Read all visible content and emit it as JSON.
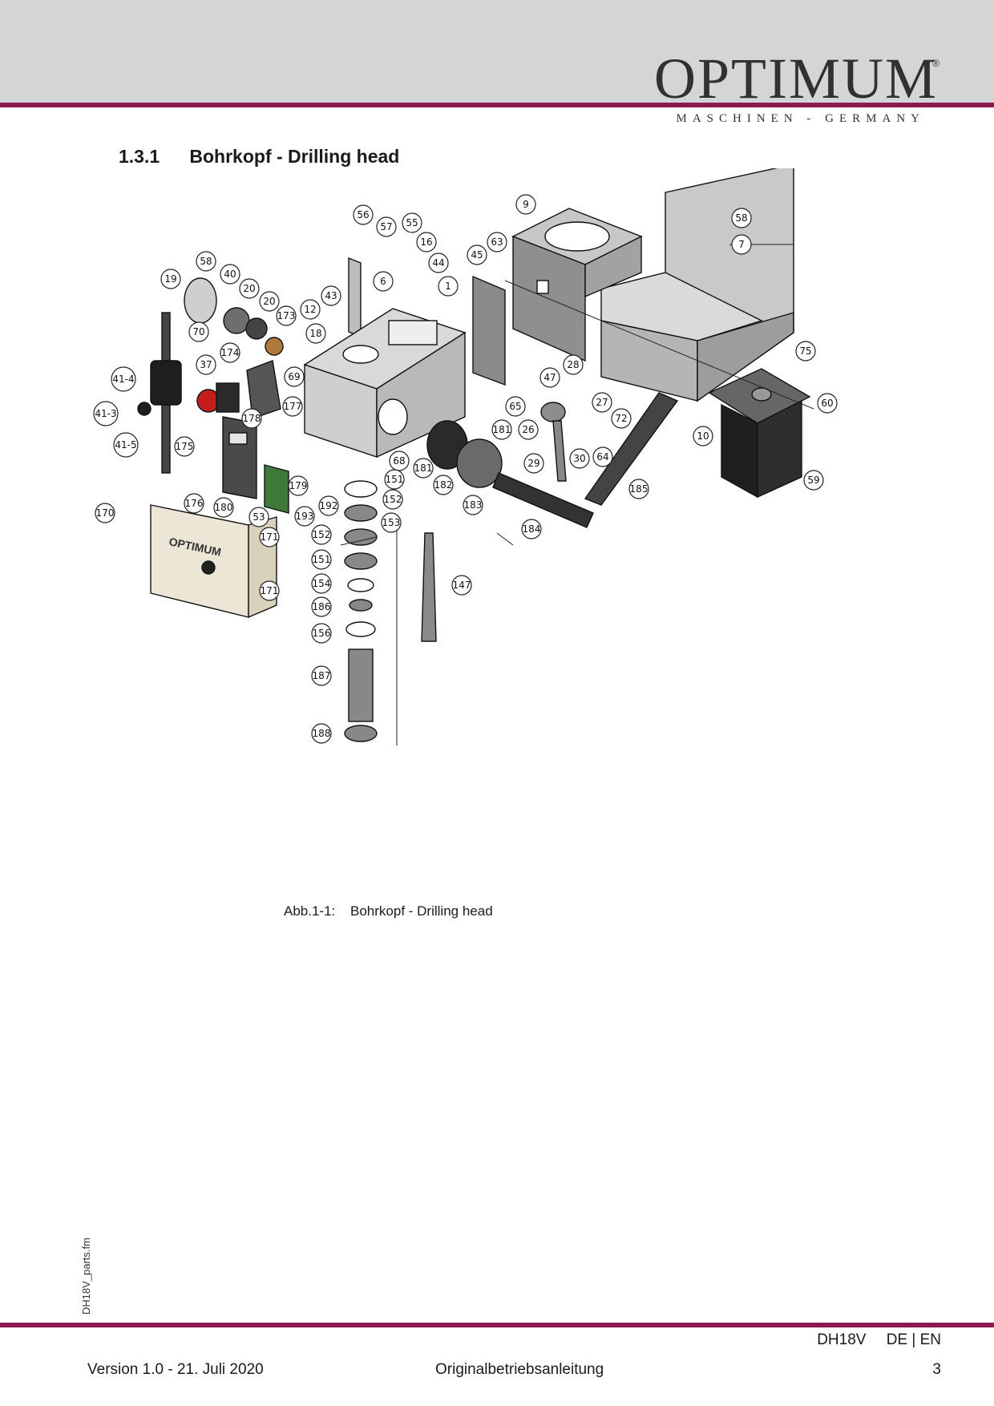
{
  "header": {
    "brand": "OPTIMUM",
    "registered": "®",
    "tagline": "MASCHINEN - GERMANY"
  },
  "section": {
    "number": "1.3.1",
    "title": "Bohrkopf - Drilling head"
  },
  "figure": {
    "label": "Abb.1-1:",
    "caption": "Bohrkopf - Drilling head",
    "guard_logo": "OPTIMUM",
    "callouts": [
      "56",
      "57",
      "55",
      "16",
      "44",
      "1",
      "6",
      "9",
      "58",
      "7",
      "63",
      "45",
      "19",
      "58",
      "40",
      "20",
      "20",
      "173",
      "12",
      "43",
      "18",
      "70",
      "174",
      "37",
      "69",
      "41-4",
      "41-3",
      "41-5",
      "175",
      "178",
      "177",
      "176",
      "180",
      "53",
      "193",
      "179",
      "192",
      "68",
      "151",
      "152",
      "153",
      "152",
      "151",
      "154",
      "186",
      "156",
      "187",
      "188",
      "181",
      "182",
      "183",
      "184",
      "185",
      "65",
      "181",
      "26",
      "29",
      "30",
      "64",
      "47",
      "28",
      "27",
      "72",
      "75",
      "10",
      "60",
      "59",
      "170",
      "171",
      "171",
      "147"
    ]
  },
  "sidebar_file": "DH18V_parts.fm",
  "footer": {
    "model": "DH18V",
    "languages": "DE | EN",
    "version": "Version 1.0 - 21. Juli 2020",
    "doc_type": "Originalbetriebsanleitung",
    "page": "3"
  },
  "colors": {
    "accent": "#8a1a4f",
    "header_band": "#d4d5d7"
  }
}
